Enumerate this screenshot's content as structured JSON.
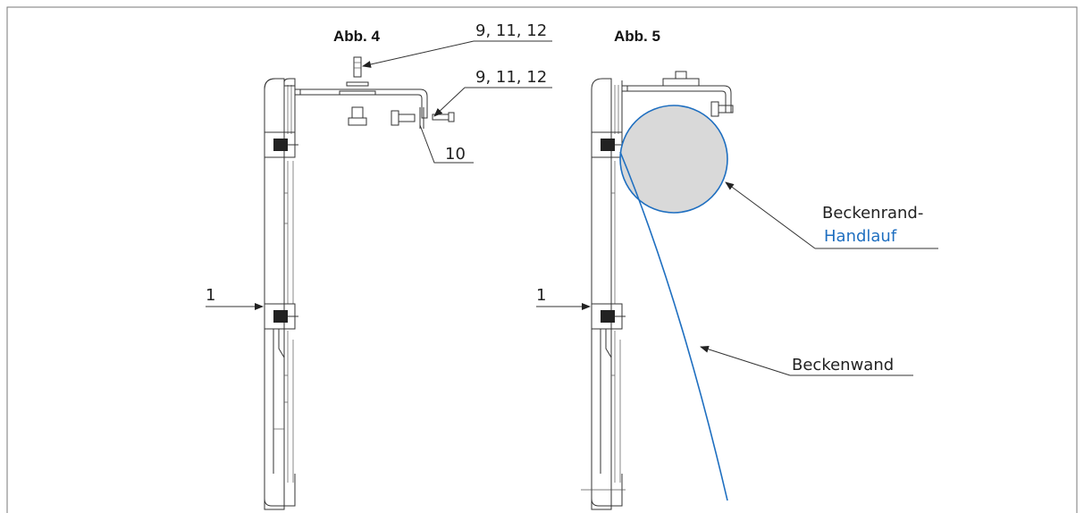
{
  "figure_left": {
    "title": "Abb. 4",
    "callouts": {
      "screw_top": "9, 11, 12",
      "screw_side": "9, 11, 12",
      "part_10": "10",
      "part_1": "1"
    }
  },
  "figure_right": {
    "title": "Abb. 5",
    "callouts": {
      "part_1": "1",
      "handrail_line1": "Beckenrand-",
      "handrail_line2": "Handlauf",
      "wall": "Beckenwand"
    }
  },
  "colors": {
    "line": "#333333",
    "blue": "#1f6fc0",
    "handrail_fill": "#d9d9d9",
    "frame": "#777777"
  }
}
